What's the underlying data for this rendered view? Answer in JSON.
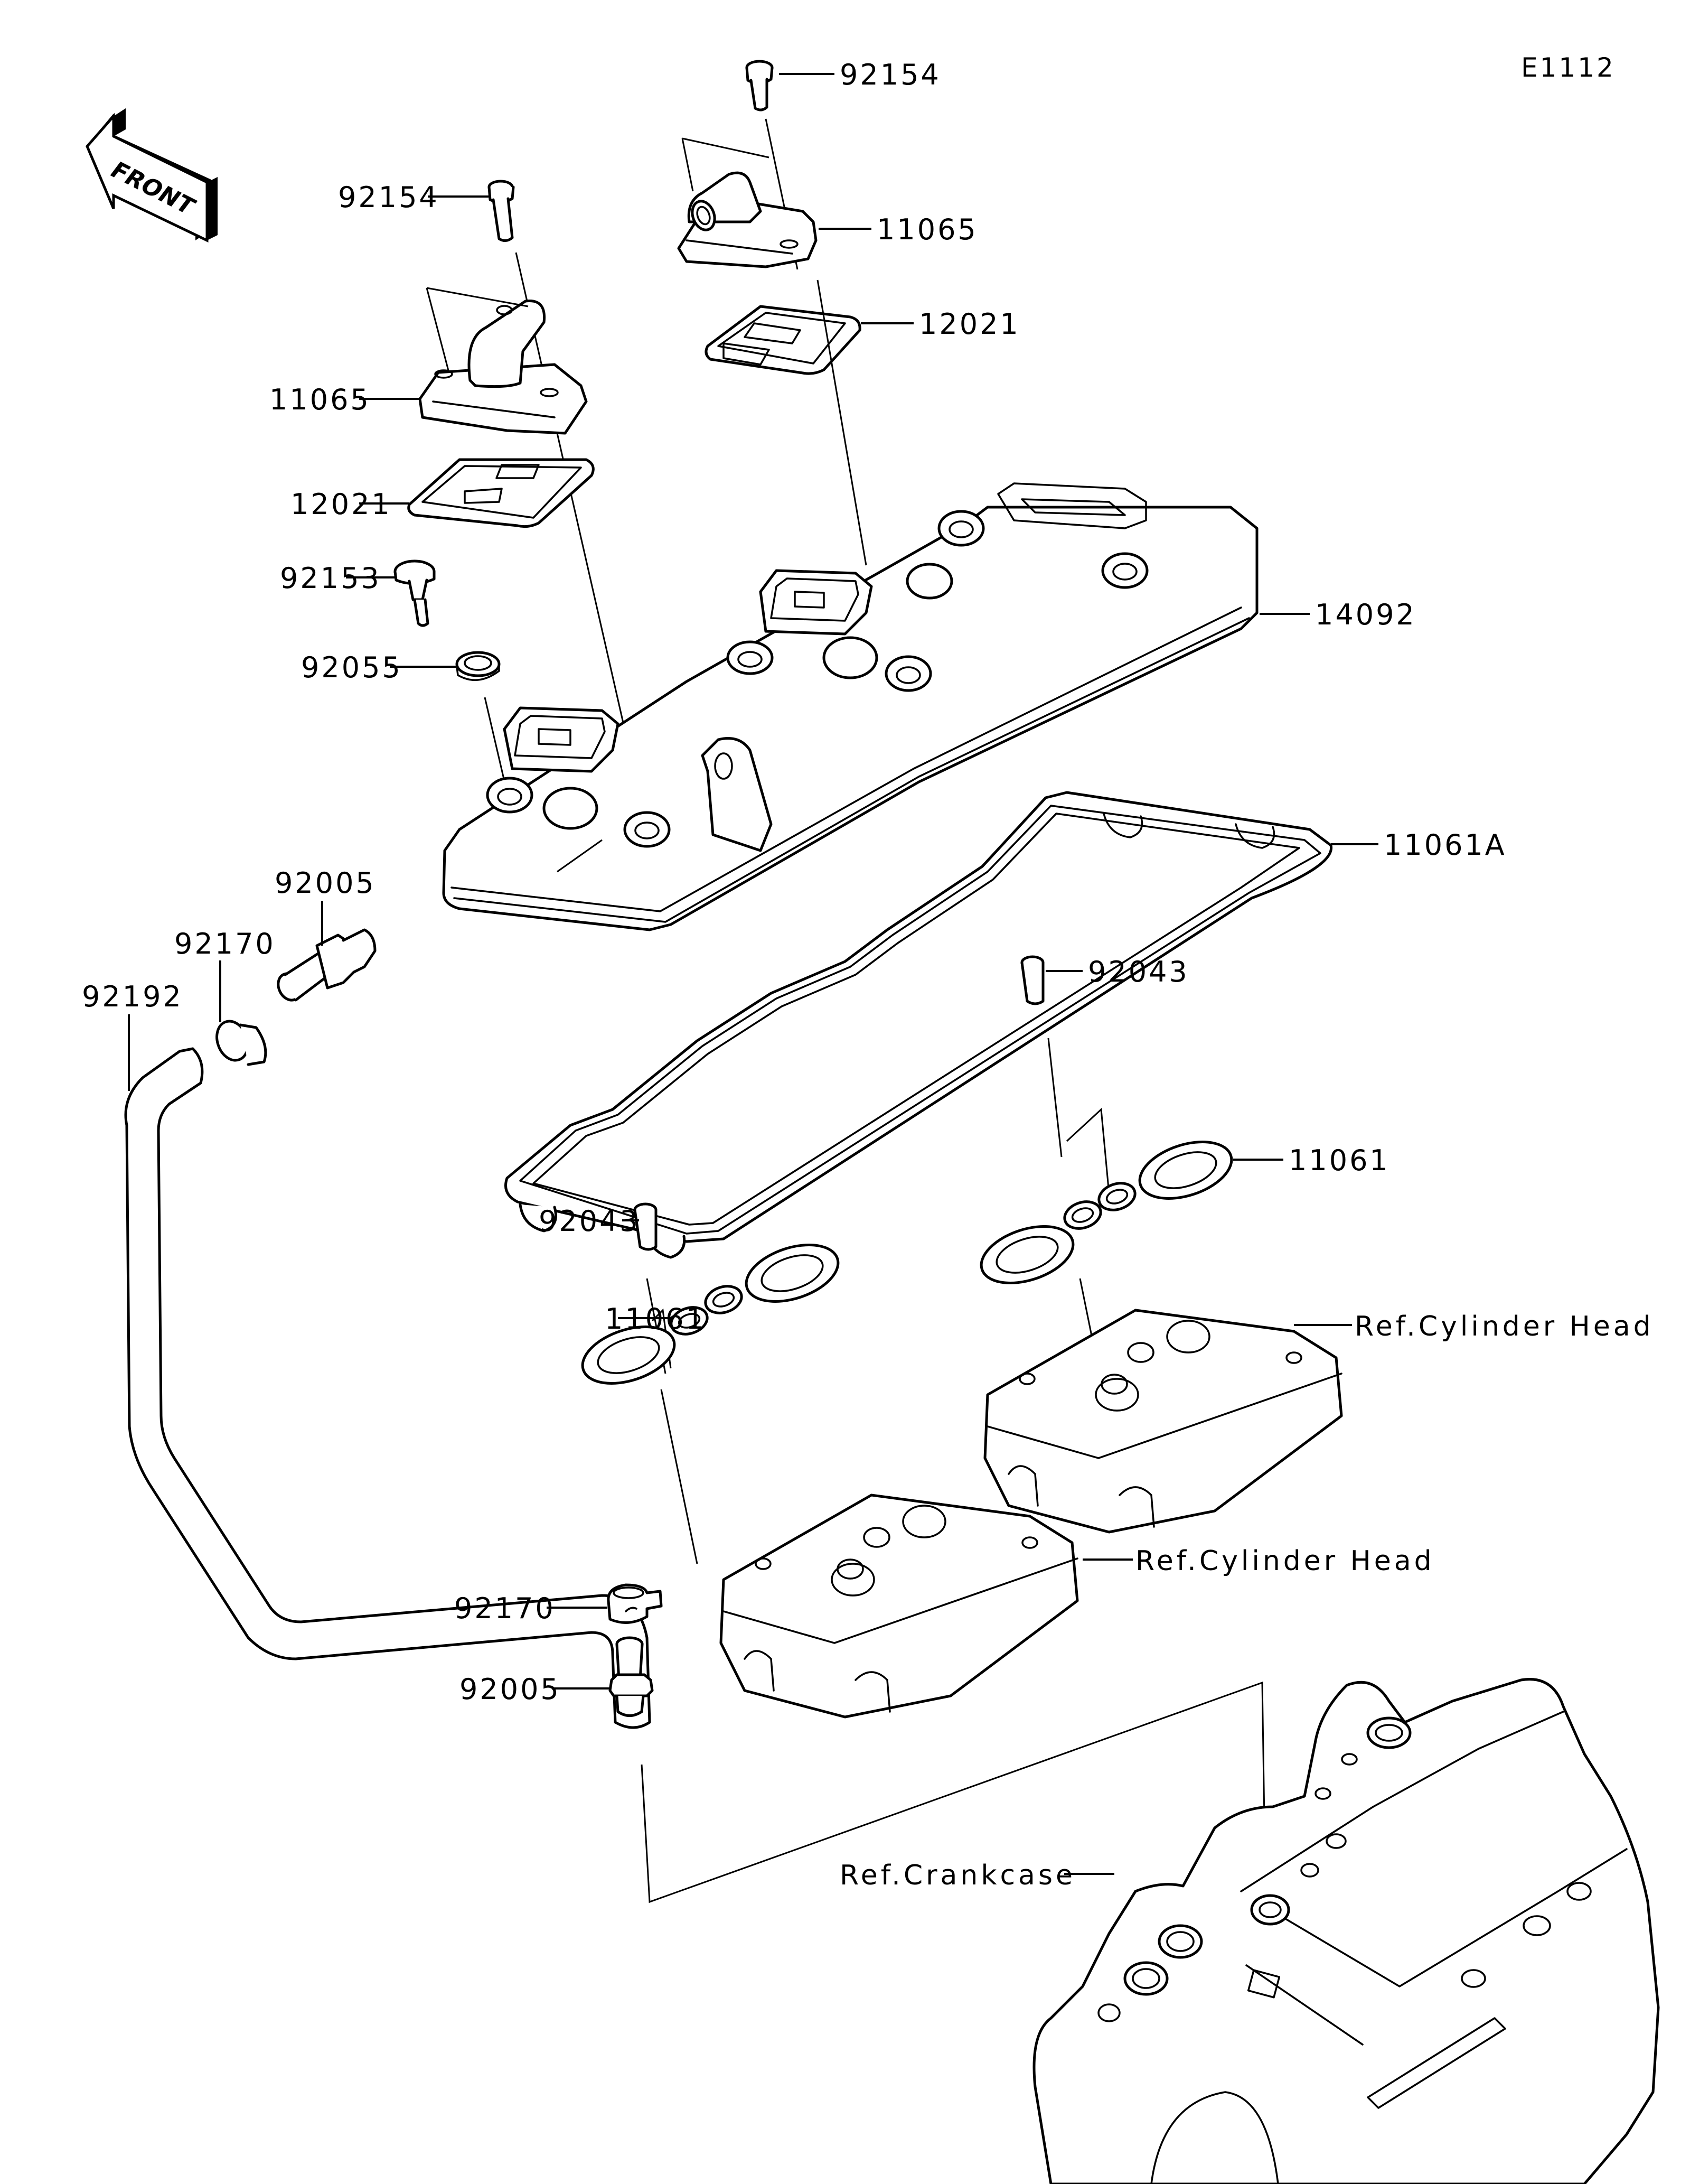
{
  "diagram": {
    "code": "E1112",
    "front_indicator": "FRONT",
    "callouts": [
      {
        "id": "c-92154-top",
        "part": "92154"
      },
      {
        "id": "c-11065-right",
        "part": "11065"
      },
      {
        "id": "c-12021-right",
        "part": "12021"
      },
      {
        "id": "c-92154-left",
        "part": "92154"
      },
      {
        "id": "c-11065-left",
        "part": "11065"
      },
      {
        "id": "c-12021-left",
        "part": "12021"
      },
      {
        "id": "c-92153",
        "part": "92153"
      },
      {
        "id": "c-92055",
        "part": "92055"
      },
      {
        "id": "c-14092",
        "part": "14092"
      },
      {
        "id": "c-11061A",
        "part": "11061A"
      },
      {
        "id": "c-92005-top",
        "part": "92005"
      },
      {
        "id": "c-92170-top",
        "part": "92170"
      },
      {
        "id": "c-92192",
        "part": "92192"
      },
      {
        "id": "c-92043-right",
        "part": "92043"
      },
      {
        "id": "c-11061-right",
        "part": "11061"
      },
      {
        "id": "c-92043-left",
        "part": "92043"
      },
      {
        "id": "c-11061-left",
        "part": "11061"
      },
      {
        "id": "c-ref-cyl-head-right",
        "part": "Ref.Cylinder Head"
      },
      {
        "id": "c-ref-cyl-head-left",
        "part": "Ref.Cylinder Head"
      },
      {
        "id": "c-92170-bottom",
        "part": "92170"
      },
      {
        "id": "c-92005-bottom",
        "part": "92005"
      },
      {
        "id": "c-ref-crankcase",
        "part": "Ref.Crankcase"
      }
    ]
  }
}
